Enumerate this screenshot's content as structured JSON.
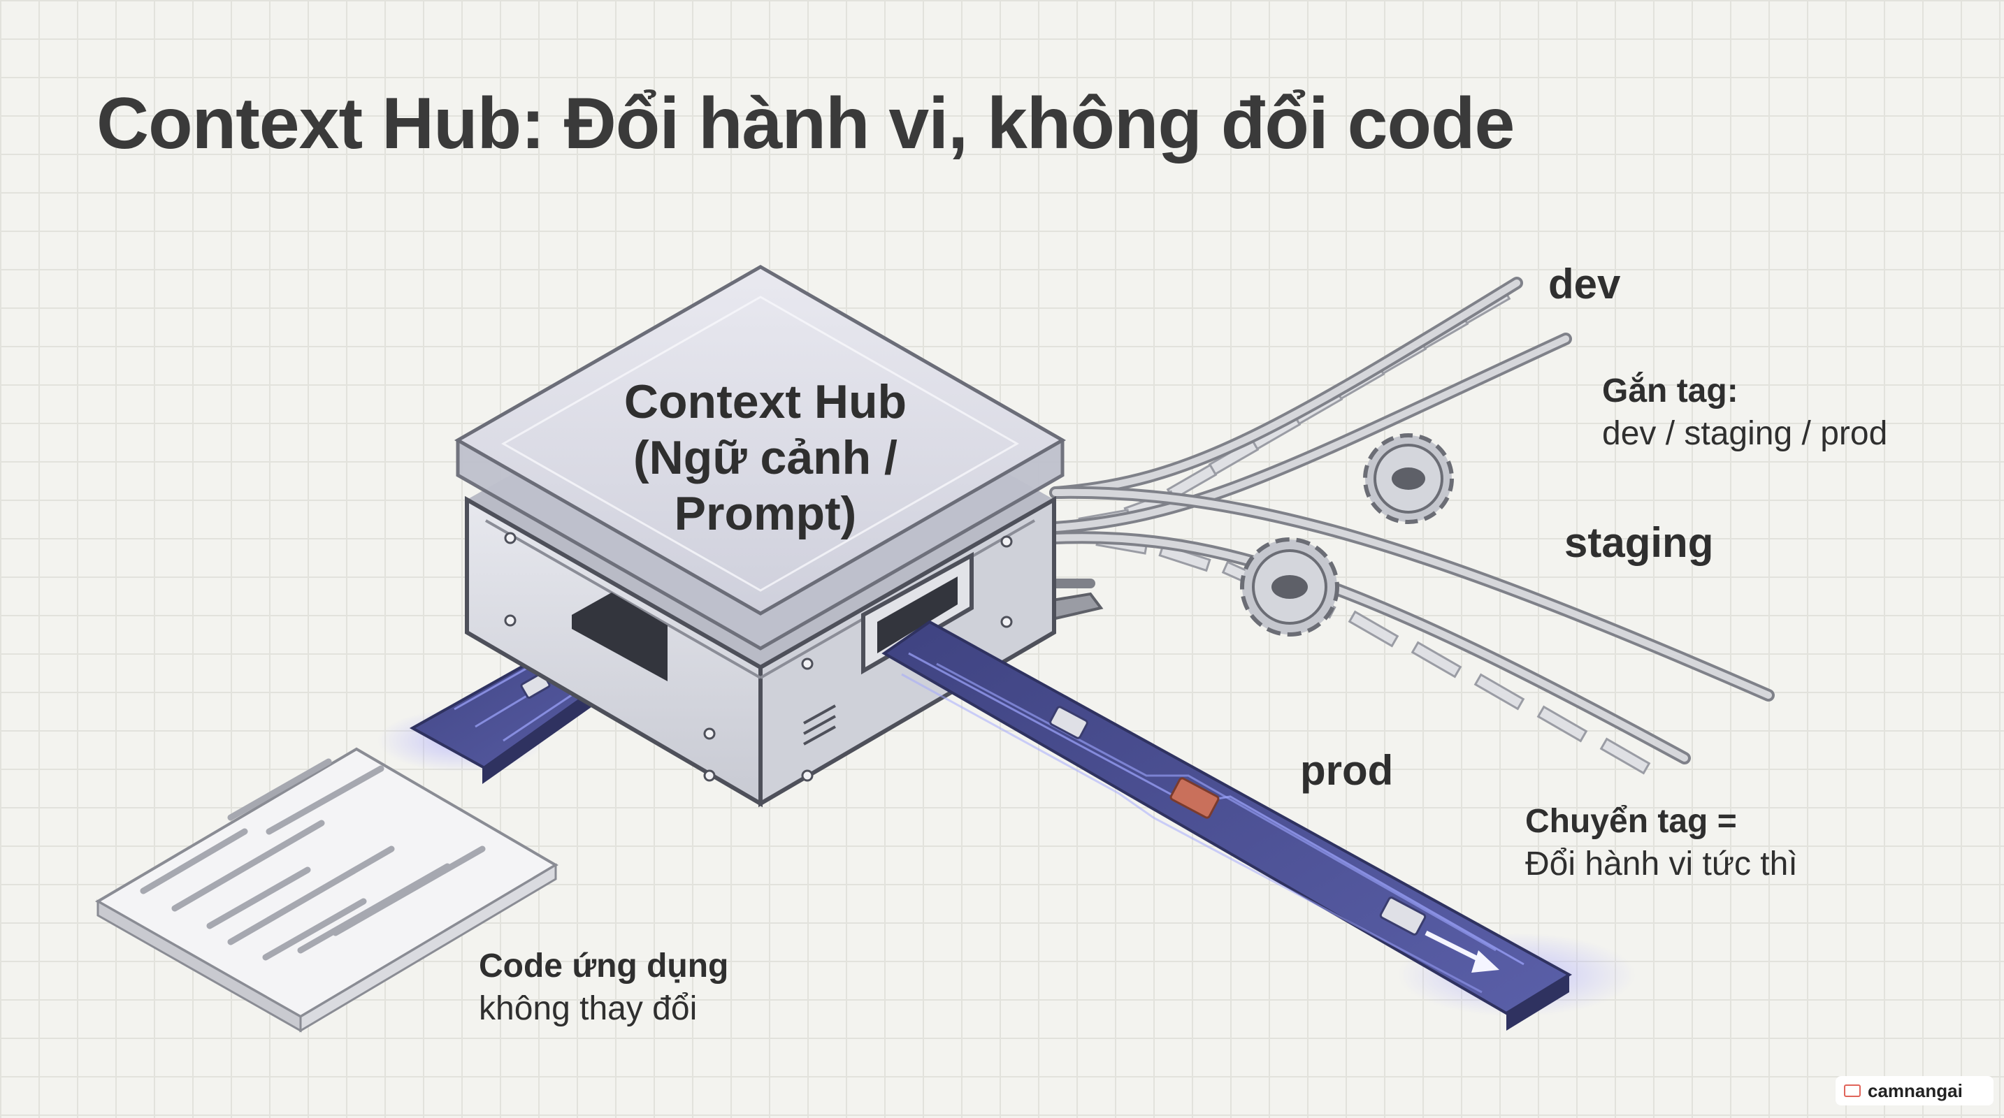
{
  "title": "Context Hub: Đổi hành vi, không đổi code",
  "hub": {
    "line1": "Context Hub",
    "line2": "(Ngữ cảnh /",
    "line3": "Prompt)"
  },
  "tracks": {
    "dev": "dev",
    "staging": "staging",
    "prod": "prod"
  },
  "notes": {
    "tag_heading": "Gắn tag:",
    "tag_body": "dev / staging / prod",
    "switch_heading": "Chuyển tag =",
    "switch_body": "Đổi hành vi tức thì",
    "code_heading": "Code ứng dụng",
    "code_body": "không thay đổi"
  },
  "watermark": "camnangai",
  "colors": {
    "background": "#f3f3ef",
    "belt": "#4a4e8c",
    "box": "#d9dbe2",
    "rail": "#c9cbd1",
    "package": "#c9705b"
  }
}
